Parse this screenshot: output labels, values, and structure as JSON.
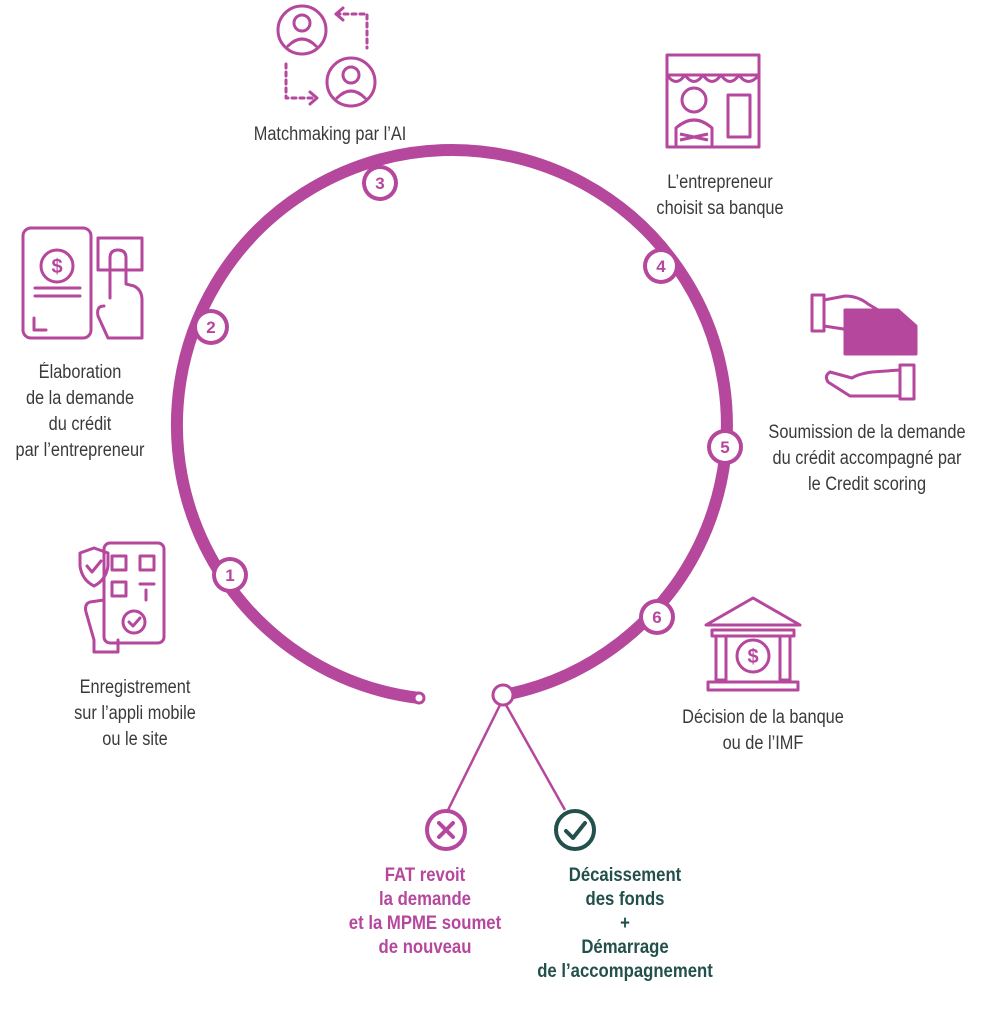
{
  "accent_color": "#b5479d",
  "success_color": "#23504c",
  "steps": [
    {
      "number": "1",
      "lines": [
        "Enregistrement",
        "sur l’appli mobile",
        "ou le site"
      ],
      "icon": "phone-qr-shield-icon"
    },
    {
      "number": "2",
      "lines": [
        "Élaboration",
        "de la demande",
        "du crédit",
        "par l’entrepreneur"
      ],
      "icon": "phone-dollar-hand-icon"
    },
    {
      "number": "3",
      "lines": [
        "Matchmaking par l’AI"
      ],
      "icon": "two-users-exchange-icon"
    },
    {
      "number": "4",
      "lines": [
        "L’entrepreneur",
        "choisit sa banque"
      ],
      "icon": "shopkeeper-store-icon"
    },
    {
      "number": "5",
      "lines": [
        "Soumission de la demande",
        "du crédit accompagné par",
        "le Credit scoring"
      ],
      "icon": "hand-giving-document-icon"
    },
    {
      "number": "6",
      "lines": [
        "Décision de la banque",
        "ou de l’IMF"
      ],
      "icon": "bank-dollar-icon"
    }
  ],
  "outcomes": {
    "rejected": {
      "symbol": "×",
      "lines": [
        "FAT revoit",
        "la demande",
        "et la MPME soumet",
        "de nouveau"
      ],
      "icon": "cross-circle-icon"
    },
    "approved": {
      "symbol": "✓",
      "lines": [
        "Décaissement",
        "des fonds",
        "+",
        "Démarrage",
        "de l’accompagnement"
      ],
      "icon": "check-circle-icon"
    }
  }
}
